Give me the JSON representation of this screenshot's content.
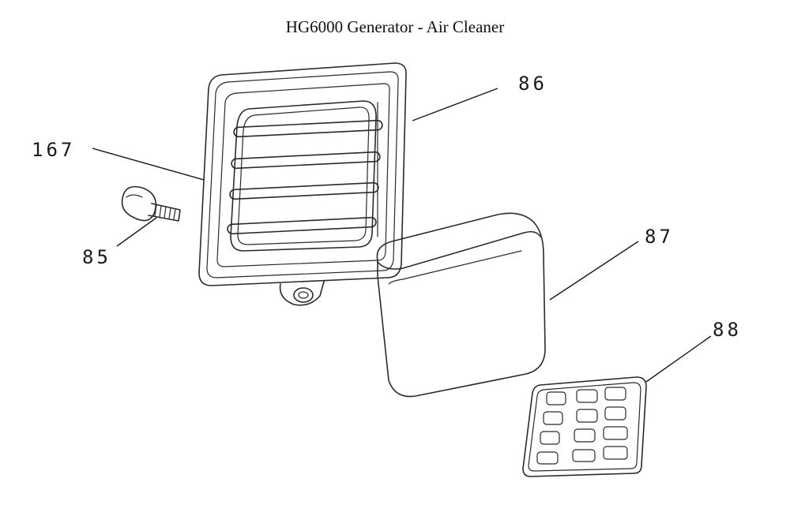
{
  "title": "HG6000 Generator - Air Cleaner",
  "colors": {
    "line": "#2a2a2a",
    "background": "#ffffff"
  },
  "parts": [
    {
      "callout": "167"
    },
    {
      "callout": "85"
    },
    {
      "callout": "86"
    },
    {
      "callout": "87"
    },
    {
      "callout": "88"
    }
  ]
}
